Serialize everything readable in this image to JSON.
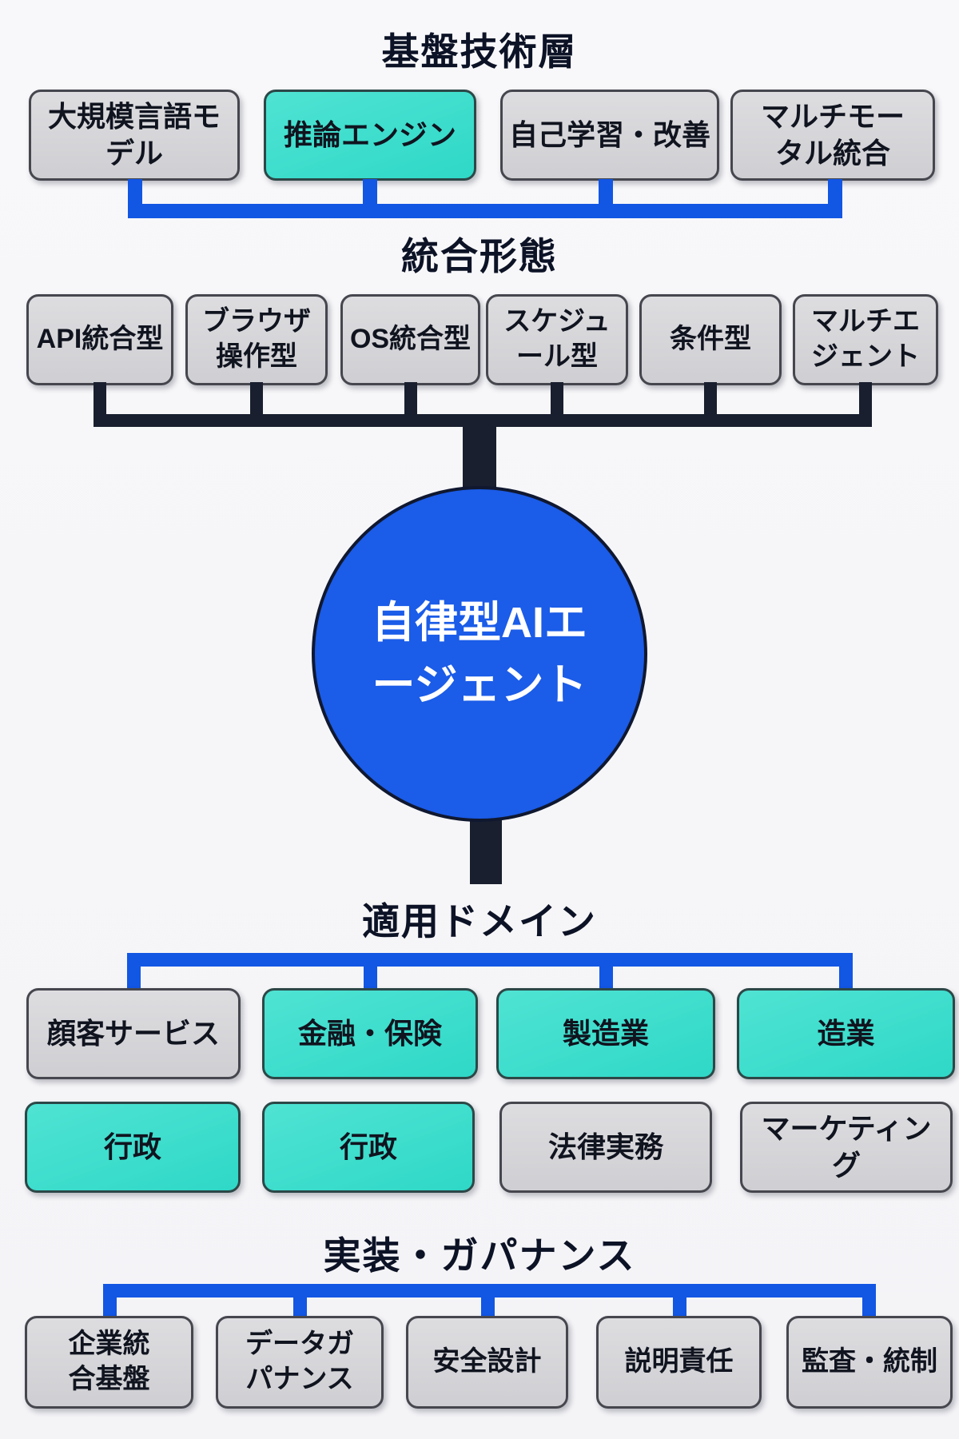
{
  "colors": {
    "background": "#f7f7f9",
    "heading_text": "#0d1326",
    "box_gray_bg": "#d7d7da",
    "box_gray_border": "#45464e",
    "box_teal_bg": "#3bdccb",
    "box_teal_border": "#2c4747",
    "connector_blue": "#1256e4",
    "connector_black": "#191f2e",
    "circle_bg": "#1b5ce8",
    "circle_text": "#ffffff"
  },
  "foundation": {
    "title": "基盤技術層",
    "boxes": [
      {
        "label": "大規模言語モ\nデル",
        "variant": "gray"
      },
      {
        "label": "推論エンジン",
        "variant": "teal"
      },
      {
        "label": "自己学習・改善",
        "variant": "gray"
      },
      {
        "label": "マルチモー\nタル統合",
        "variant": "gray"
      }
    ]
  },
  "integration": {
    "title": "統合形態",
    "boxes": [
      {
        "label": "API統合型",
        "variant": "gray"
      },
      {
        "label": "ブラウザ\n操作型",
        "variant": "gray"
      },
      {
        "label": "OS統合型",
        "variant": "gray"
      },
      {
        "label": "スケジュ\nール型",
        "variant": "gray"
      },
      {
        "label": "条件型",
        "variant": "gray"
      },
      {
        "label": "マルチエ\nジェント",
        "variant": "gray"
      }
    ]
  },
  "center": {
    "label": "自律型AIエ\nージェント"
  },
  "domains": {
    "title": "適用ドメイン",
    "row1": [
      {
        "label": "顔客サービス",
        "variant": "gray"
      },
      {
        "label": "金融・保険",
        "variant": "teal"
      },
      {
        "label": "製造業",
        "variant": "teal"
      },
      {
        "label": "造業",
        "variant": "teal"
      }
    ],
    "row2": [
      {
        "label": "行政",
        "variant": "teal"
      },
      {
        "label": "行政",
        "variant": "teal"
      },
      {
        "label": "法律実務",
        "variant": "gray"
      },
      {
        "label": "マーケティング",
        "variant": "gray"
      }
    ]
  },
  "governance": {
    "title": "実装・ガパナンス",
    "boxes": [
      {
        "label": "企業統\n合基盤",
        "variant": "gray"
      },
      {
        "label": "データガ\nパナンス",
        "variant": "gray"
      },
      {
        "label": "安全設計",
        "variant": "gray"
      },
      {
        "label": "説明責任",
        "variant": "gray"
      },
      {
        "label": "監査・統制",
        "variant": "gray"
      }
    ]
  }
}
